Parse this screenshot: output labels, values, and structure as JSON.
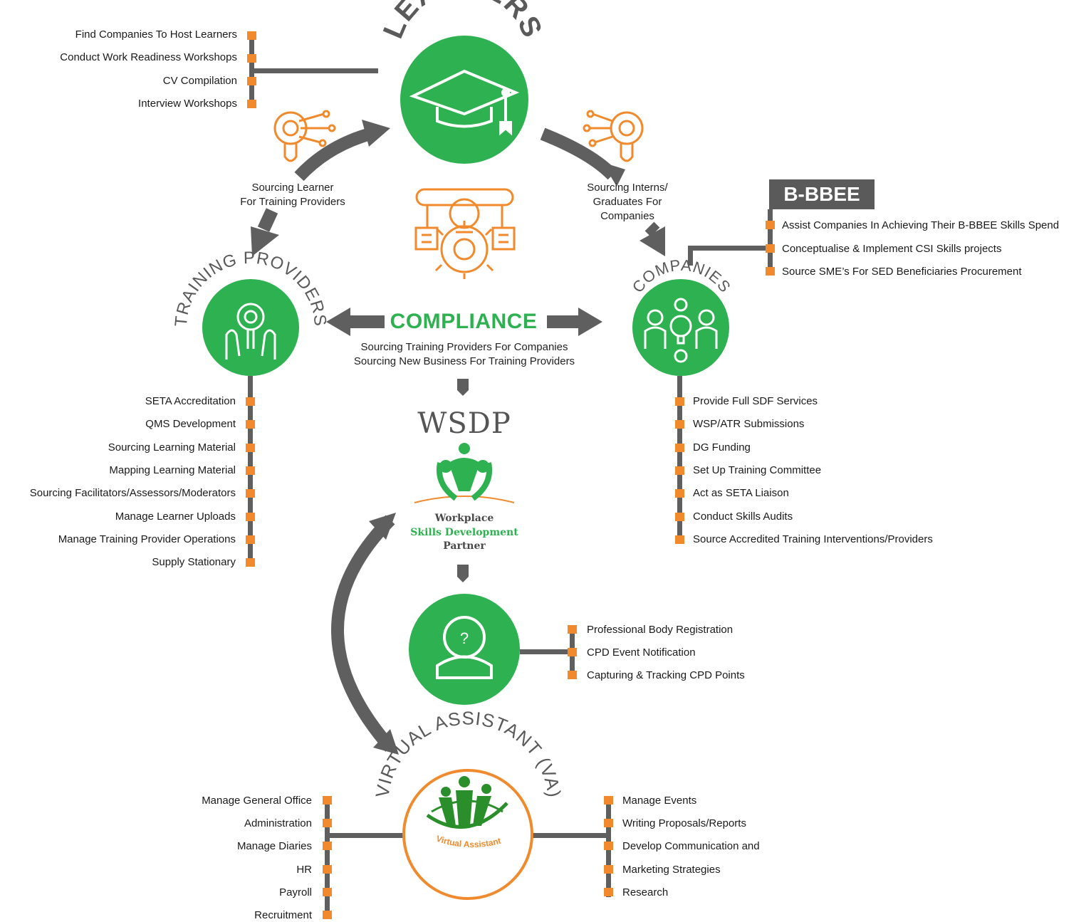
{
  "learners": {
    "title": "LEARNERS",
    "items": [
      "Find Companies To Host Learners",
      "Conduct Work Readiness Workshops",
      "CV Compilation",
      "Interview Workshops"
    ]
  },
  "sourcing_left": {
    "line1": "Sourcing Learner",
    "line2": "For Training Providers"
  },
  "sourcing_right": {
    "line1": "Sourcing Interns/",
    "line2": "Graduates For",
    "line3": "Companies"
  },
  "bbbee": {
    "title": "B-BBEE",
    "items": [
      "Assist Companies In Achieving Their B-BBEE Skills Spend",
      "Conceptualise & Implement CSI Skills projects",
      "Source SME’s For SED Beneficiaries Procurement"
    ]
  },
  "training_providers": {
    "title": "TRAINING PROVIDERS",
    "items": [
      "SETA Accreditation",
      "QMS Development",
      "Sourcing Learning Material",
      "Mapping Learning Material",
      "Sourcing Facilitators/Assessors/Moderators",
      "Manage Learner Uploads",
      "Manage Training Provider Operations",
      "Supply Stationary"
    ]
  },
  "companies": {
    "title": "COMPANIES",
    "items": [
      "Provide Full SDF Services",
      "WSP/ATR Submissions",
      "DG Funding",
      "Set Up Training Committee",
      "Act as SETA Liaison",
      "Conduct Skills Audits",
      "Source Accredited Training Interventions/Providers"
    ]
  },
  "compliance": {
    "title": "COMPLIANCE",
    "line1": "Sourcing Training Providers For Companies",
    "line2": "Sourcing New Business For Training Providers"
  },
  "wsdp": {
    "title": "WSDP",
    "line1": "Workplace",
    "line2": "Skills Development",
    "line3": "Partner"
  },
  "professional": {
    "items": [
      "Professional Body Registration",
      "CPD Event Notification",
      "Capturing & Tracking CPD Points"
    ]
  },
  "va": {
    "title": "VIRTUAL ASSISTANT (VA)",
    "logo_text": "Virtual Assistant",
    "left_items": [
      "Manage General Office",
      "Administration",
      "Manage Diaries",
      "HR",
      "Payroll",
      "Recruitment"
    ],
    "right_items": [
      "Manage Events",
      "Writing Proposals/Reports",
      "Develop Communication and",
      "Marketing Strategies",
      "Research"
    ]
  },
  "colors": {
    "green": "#2eb150",
    "orange": "#f08a2c",
    "gray": "#5f5f5f"
  }
}
